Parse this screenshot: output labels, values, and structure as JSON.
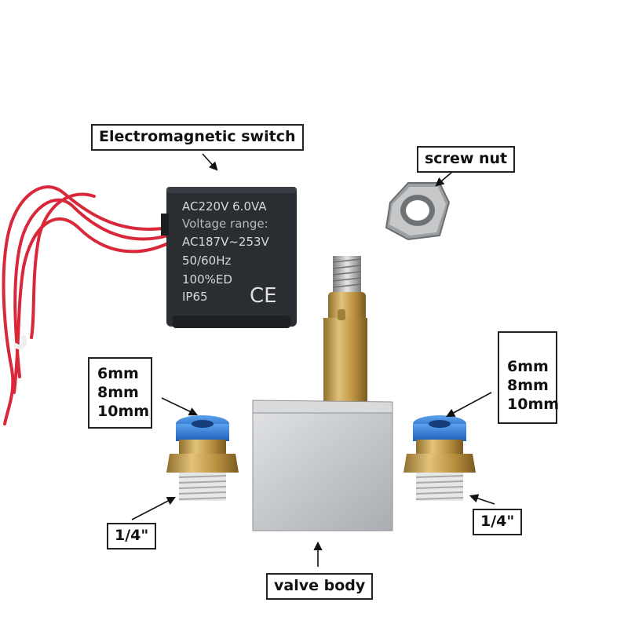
{
  "labels": {
    "switch": "Electromagnetic switch",
    "nut": "screw nut",
    "valve_body": "valve body",
    "left_size": [
      "6mm",
      "8mm",
      "10mm"
    ],
    "right_size": [
      "6mm",
      "8mm",
      "10mm"
    ],
    "left_thread": "1/4\"",
    "right_thread": "1/4\""
  },
  "coil_markings": {
    "line1": "AC220V  6.0VA",
    "line2": "Voltage  range:",
    "line3": "AC187V~253V",
    "line4": "50/60Hz",
    "line5": "100%ED",
    "line6": "IP65",
    "cert": "CE"
  },
  "colors": {
    "wire": "#d8283a",
    "coil": "#2a2d31",
    "brass": "#c7a65a",
    "aluminum": "#c9cccf",
    "fitting_blue": "#2f7fd8"
  }
}
